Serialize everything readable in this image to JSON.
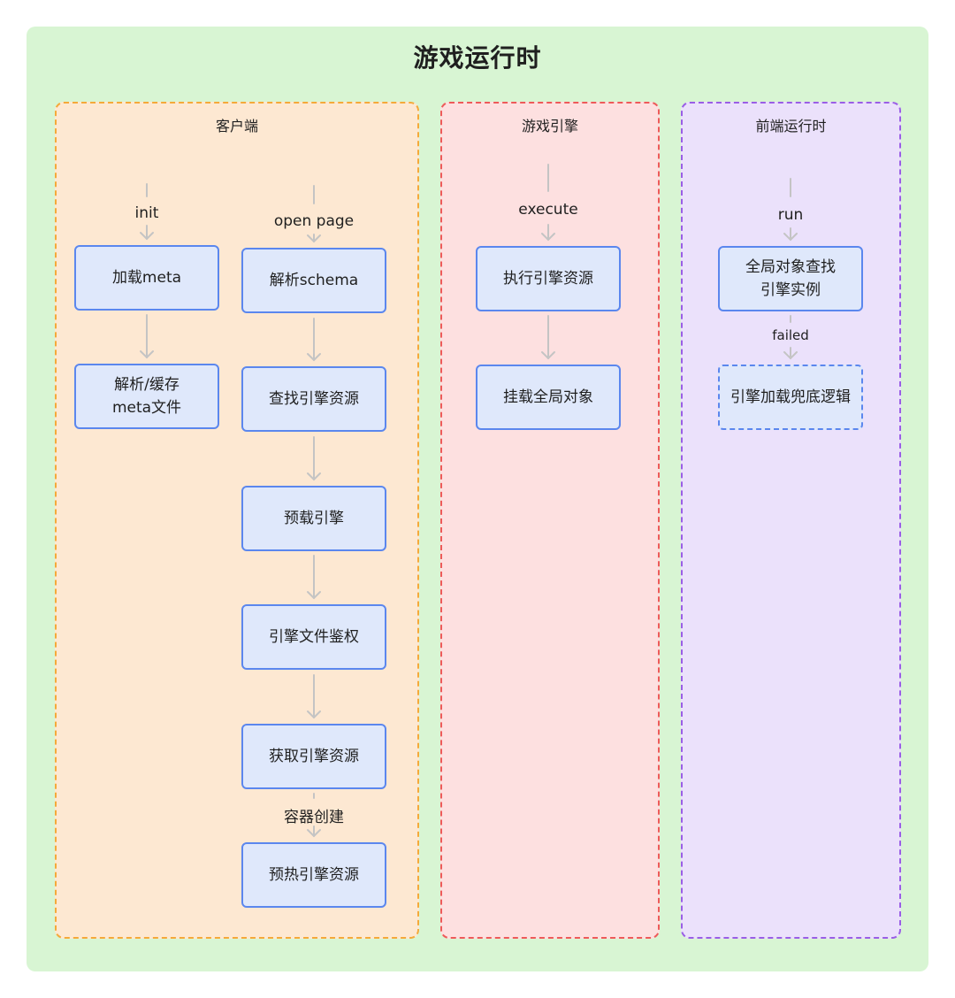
{
  "title": "游戏运行时",
  "lanes": {
    "client": "客户端",
    "engine": "游戏引擎",
    "frontend": "前端运行时"
  },
  "nodes": {
    "load_meta": "加载meta",
    "parse_cache_meta": "解析/缓存\nmeta文件",
    "parse_schema": "解析schema",
    "find_engine_resource": "查找引擎资源",
    "preload_engine": "预载引擎",
    "engine_file_auth": "引擎文件鉴权",
    "fetch_engine_resource": "获取引擎资源",
    "prewarm_engine_resource": "预热引擎资源",
    "exec_engine_resource": "执行引擎资源",
    "mount_global_object": "挂载全局对象",
    "find_engine_instance": "全局对象查找\n引擎实例",
    "fallback_logic": "引擎加载兜底逻辑"
  },
  "edge_labels": {
    "init": "init",
    "open_page": "open page",
    "container_create": "容器创建",
    "execute": "execute",
    "run": "run",
    "failed": "failed"
  },
  "colors": {
    "background": "#d8f5d3",
    "client_fill": "#fde8d2",
    "client_border": "#f5a93a",
    "engine_fill": "#fde0e0",
    "engine_border": "#ee5a5a",
    "frontend_fill": "#ebe1fb",
    "frontend_border": "#9a5ee6",
    "node_fill": "#dfe8fb",
    "node_border": "#5b87ee",
    "arrow": "#c4c4c4"
  }
}
